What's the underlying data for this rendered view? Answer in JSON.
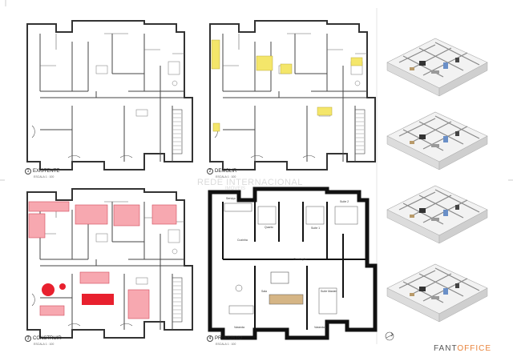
{
  "plans": [
    {
      "num": "1",
      "title": "EXISTENTE",
      "sub": "ESCALA"
    },
    {
      "num": "2",
      "title": "DEMOLIR",
      "sub": "ESCALA"
    },
    {
      "num": "3",
      "title": "CONSTRUIR",
      "sub": "ESCALA"
    },
    {
      "num": "4",
      "title": "PROPOSTO",
      "sub": "ESCALA"
    }
  ],
  "scale_text": "1 : 100",
  "watermark": "REDE INTERNACIONAL",
  "watermark_sub": "IMOVEIS",
  "rooms": [
    "Serviço",
    "Quarto",
    "Suíte 1",
    "Suíte 2",
    "Cozinha",
    "Circulação",
    "Sala",
    "Suíte Master",
    "Varanda",
    "Varanda"
  ],
  "brand": {
    "part1": "FANT",
    "part2": "OFFICE"
  },
  "colors": {
    "demolish": "#f4e66a",
    "construct": "#f06a78",
    "dark": "#111111",
    "wall": "#333333"
  },
  "icons": [
    "north-arrow-icon"
  ]
}
